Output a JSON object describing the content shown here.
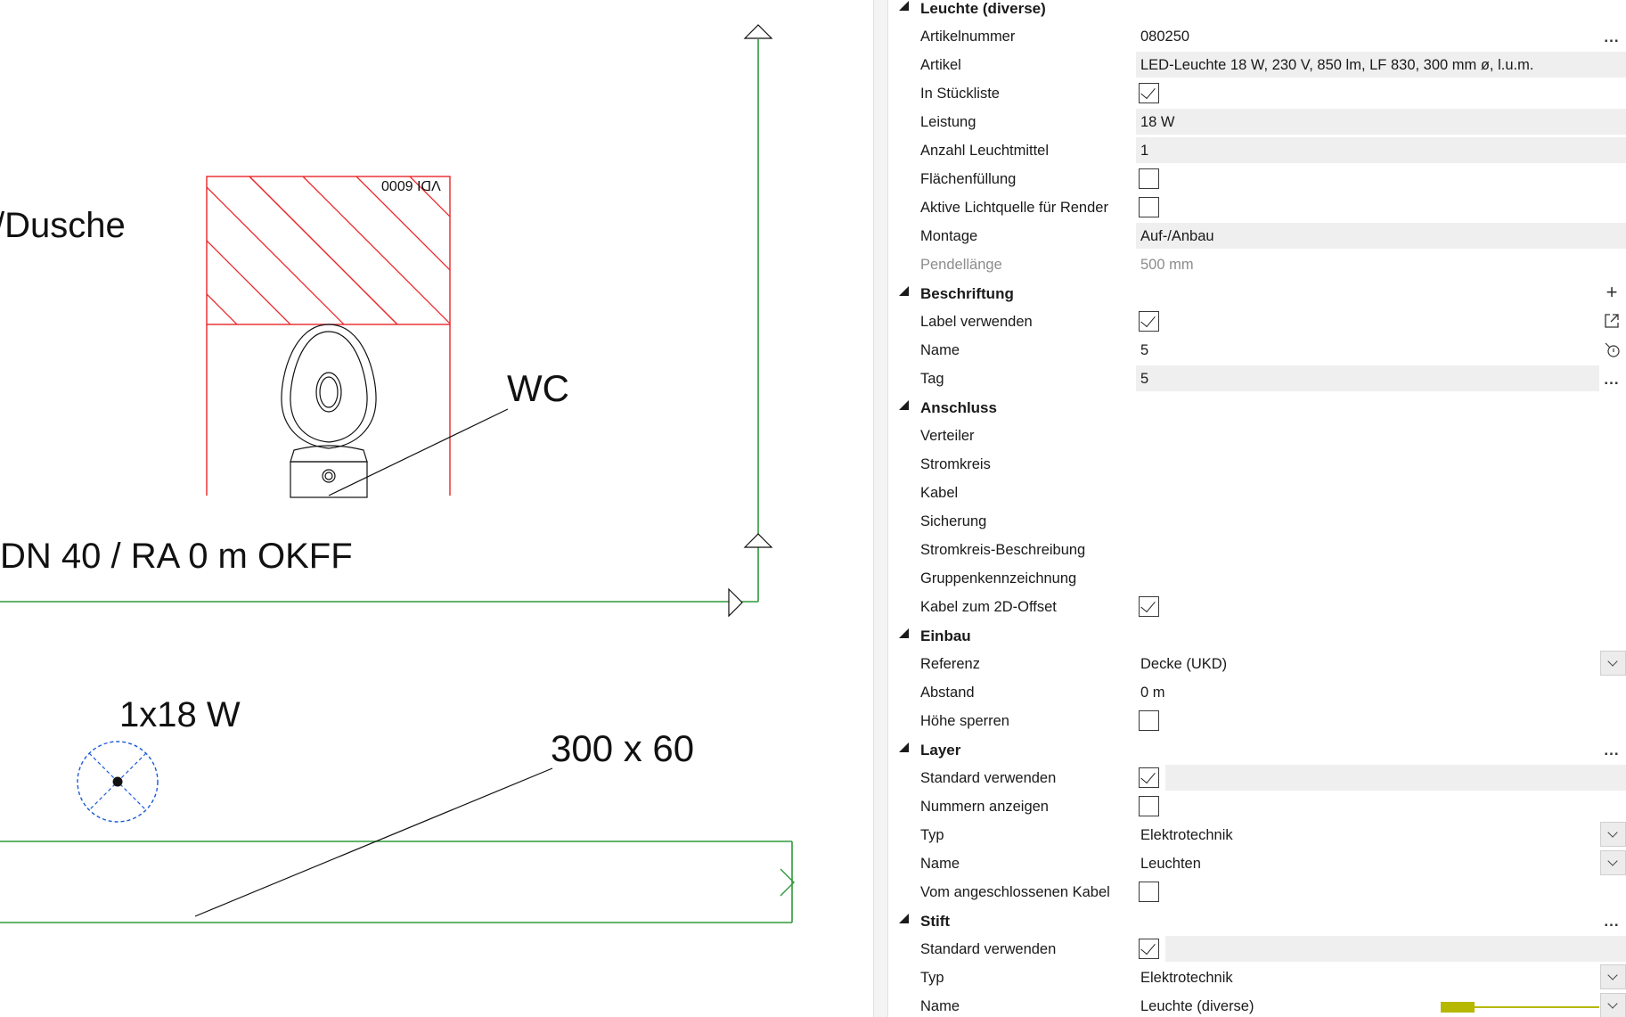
{
  "canvas": {
    "labels": {
      "dusche": "/Dusche",
      "vdi": "VDI 6000",
      "wc": "WC",
      "dn": "DN 40 / RA 0 m OKFF",
      "power": "1x18 W",
      "size": "300 x 60"
    },
    "colors": {
      "hatch": "#e8262a",
      "wall": "#2e9a3a",
      "fixture": "#1a5bd8",
      "linework": "#111111"
    }
  },
  "panel": {
    "sections": {
      "leuchte": {
        "title": "Leuchte (diverse)",
        "rows": {
          "artikelnummer": {
            "label": "Artikelnummer",
            "value": "080250"
          },
          "artikel": {
            "label": "Artikel",
            "value": "LED-Leuchte 18 W, 230 V, 850 lm, LF 830, 300 mm ø, l.u.m."
          },
          "stueckliste": {
            "label": "In Stückliste",
            "checked": true
          },
          "leistung": {
            "label": "Leistung",
            "value": "18 W"
          },
          "anzahl": {
            "label": "Anzahl Leuchtmittel",
            "value": "1"
          },
          "flaechen": {
            "label": "Flächenfüllung",
            "checked": false
          },
          "lichtquelle": {
            "label": "Aktive Lichtquelle für Render",
            "checked": false
          },
          "montage": {
            "label": "Montage",
            "value": "Auf-/Anbau"
          },
          "pendel": {
            "label": "Pendellänge",
            "value": "500 mm"
          }
        }
      },
      "beschriftung": {
        "title": "Beschriftung",
        "rows": {
          "label": {
            "label": "Label verwenden",
            "checked": true
          },
          "name": {
            "label": "Name",
            "value": "5"
          },
          "tag": {
            "label": "Tag",
            "value": "5"
          }
        }
      },
      "anschluss": {
        "title": "Anschluss",
        "rows": {
          "verteiler": {
            "label": "Verteiler"
          },
          "stromkreis": {
            "label": "Stromkreis"
          },
          "kabel": {
            "label": "Kabel"
          },
          "sicherung": {
            "label": "Sicherung"
          },
          "beschreibung": {
            "label": "Stromkreis-Beschreibung"
          },
          "gruppe": {
            "label": "Gruppenkennzeichnung"
          },
          "offset": {
            "label": "Kabel zum 2D-Offset",
            "checked": true
          }
        }
      },
      "einbau": {
        "title": "Einbau",
        "rows": {
          "referenz": {
            "label": "Referenz",
            "value": "Decke (UKD)"
          },
          "abstand": {
            "label": "Abstand",
            "value": "0 m"
          },
          "hoehe": {
            "label": "Höhe sperren",
            "checked": false
          }
        }
      },
      "layer": {
        "title": "Layer",
        "rows": {
          "standard": {
            "label": "Standard verwenden",
            "checked": true
          },
          "nummern": {
            "label": "Nummern anzeigen",
            "checked": false
          },
          "typ": {
            "label": "Typ",
            "value": "Elektrotechnik"
          },
          "name": {
            "label": "Name",
            "value": "Leuchten"
          },
          "kabel": {
            "label": "Vom angeschlossenen Kabel",
            "checked": false
          }
        }
      },
      "stift": {
        "title": "Stift",
        "rows": {
          "standard": {
            "label": "Standard verwenden",
            "checked": true
          },
          "typ": {
            "label": "Typ",
            "value": "Elektrotechnik"
          },
          "name": {
            "label": "Name",
            "value": "Leuchte (diverse)",
            "pen_color": "#b6b800"
          }
        }
      }
    },
    "actions": {
      "more": "...",
      "add": "+"
    }
  }
}
